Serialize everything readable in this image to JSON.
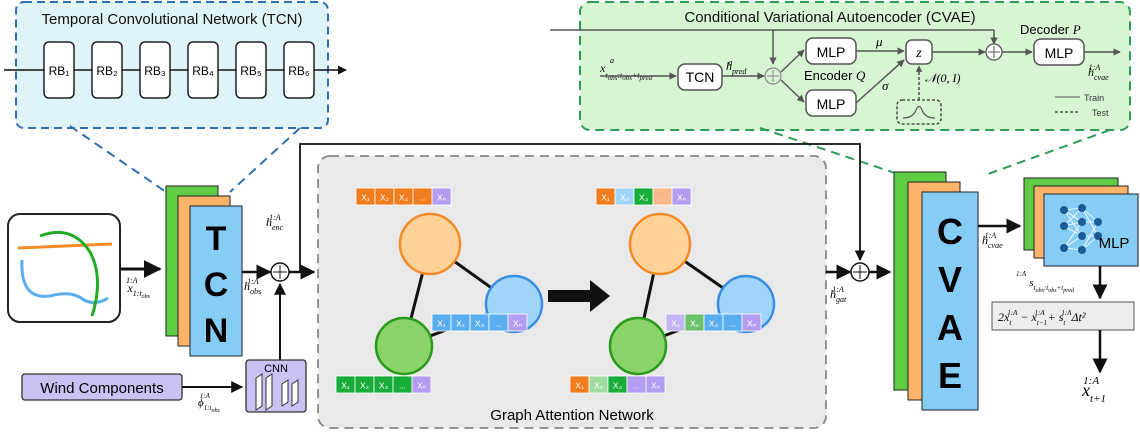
{
  "tcn_panel": {
    "title": "Temporal Convolutional Network (TCN)",
    "blocks": [
      "RB₁",
      "RB₂",
      "RB₃",
      "RB₄",
      "RB₅",
      "RB₆"
    ]
  },
  "cvae_panel": {
    "title": "Conditional Variational Autoencoder (CVAE)",
    "input_label": "x^a_{t_obs : t_obs + t_pred}",
    "tcn_label": "TCN",
    "h_pred_label": "h^a_pred",
    "mlp_top": "MLP",
    "mlp_bottom": "MLP",
    "encoder_label": "Encoder Q",
    "mu": "μ",
    "sigma": "σ",
    "z": "z",
    "normal": "𝒩(0, I)",
    "decoder_label": "Decoder P",
    "decoder_mlp": "MLP",
    "output_label": "h^{1:A}_cvae",
    "legend_train": "Train",
    "legend_test": "Test"
  },
  "main": {
    "tcn_letters": [
      "T",
      "C",
      "N"
    ],
    "input_label": "x^{1:A}_{1:t_obs}",
    "h_obs": "h^{1:A}_obs",
    "h_enc": "h^{1:A}_enc",
    "cnn_label": "CNN",
    "phi_label": "ϕ^{1:A}_{1:t_obs}",
    "wind_label": "Wind Components",
    "gat_title": "Graph Attention Network",
    "feature_cells": [
      "X₁",
      "X₂",
      "X₃",
      "...",
      "Xₙ"
    ],
    "h_gat": "h^{1:A}_gat",
    "cvae_letters": [
      "C",
      "V",
      "A",
      "E"
    ],
    "h_cvae": "h^{1:A}_cvae",
    "mlp_label": "MLP",
    "s_label": "s^{1:A}_{t_obs : t_obs + t_pred}",
    "equation": "2x^{1:A}_t − x^{1:A}_{t−1} + s^{1:A}_t Δt²",
    "output": "x^{1:A}_{t+1}"
  },
  "colors": {
    "tcn_bg": "#dff4f9",
    "cvae_bg": "#d7f5d3",
    "gat_bg": "#e9e9e9",
    "green": "#5fcd43",
    "orange": "#fbb46a",
    "blue": "#86cdf6",
    "node_orange": "#ffd398",
    "node_blue": "#9fd4fb",
    "node_green": "#8ad46a",
    "wind_bg": "#c9c2f3",
    "cell_orange": "#f07c1e",
    "cell_blue": "#5aaef0",
    "cell_green": "#18ad3a",
    "cell_purple": "#b39cf1"
  }
}
